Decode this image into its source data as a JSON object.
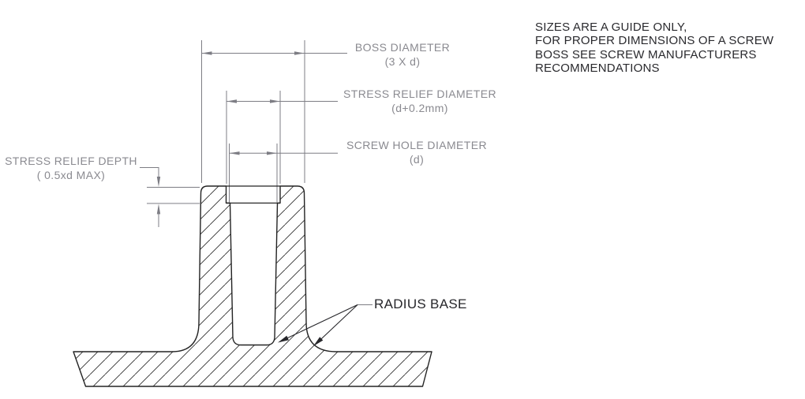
{
  "colors": {
    "background": "#ffffff",
    "part_outline": "#232323",
    "hatch_lines": "#2f2f2f",
    "dimension_lines_gray": "#7d7d84",
    "dimension_text_gray": "#8a8a90",
    "annotation_text_black": "#27272b"
  },
  "labels": {
    "boss_diameter": {
      "title": "BOSS DIAMETER",
      "value": "(3 X d)"
    },
    "stress_relief_diameter": {
      "title": "STRESS RELIEF DIAMETER",
      "value": "(d+0.2mm)"
    },
    "screw_hole_diameter": {
      "title": "SCREW HOLE DIAMETER",
      "value": "(d)"
    },
    "stress_relief_depth": {
      "title": "STRESS RELIEF DEPTH",
      "value": "( 0.5xd MAX)"
    },
    "radius_base": {
      "title": "RADIUS BASE"
    }
  },
  "note": {
    "lines": [
      "SIZES ARE A GUIDE ONLY,",
      "FOR PROPER DIMENSIONS OF A SCREW",
      "BOSS SEE SCREW MANUFACTURERS",
      "RECOMMENDATIONS"
    ]
  }
}
